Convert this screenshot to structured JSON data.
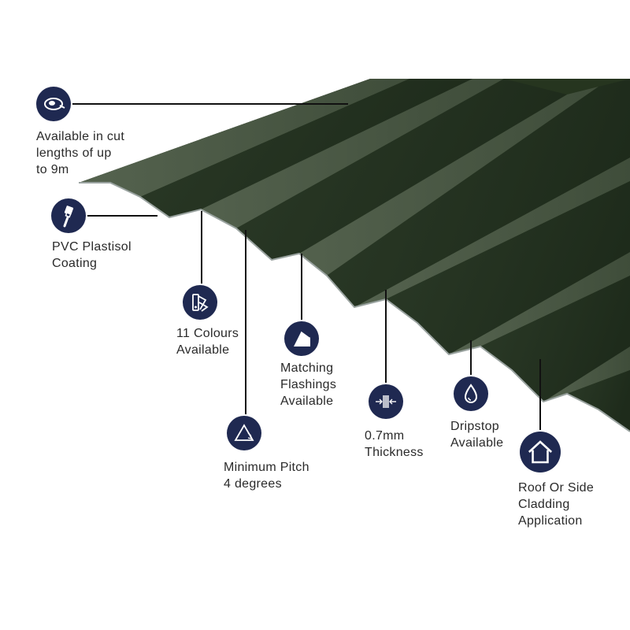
{
  "features": [
    {
      "id": "cut-lengths",
      "icon": "tape-measure-icon",
      "text": "Available in cut\nlengths of up\nto 9m"
    },
    {
      "id": "coating",
      "icon": "paint-brush-icon",
      "text": "PVC Plastisol\nCoating"
    },
    {
      "id": "colours",
      "icon": "colour-swatch-icon",
      "text": "11 Colours\nAvailable"
    },
    {
      "id": "pitch",
      "icon": "pitch-angle-icon",
      "text": "Minimum Pitch\n4 degrees"
    },
    {
      "id": "flashings",
      "icon": "flashing-icon",
      "text": "Matching\nFlashings\nAvailable"
    },
    {
      "id": "thickness",
      "icon": "thickness-icon",
      "text": "0.7mm\nThickness"
    },
    {
      "id": "dripstop",
      "icon": "water-drop-icon",
      "text": "Dripstop\nAvailable"
    },
    {
      "id": "application",
      "icon": "house-icon",
      "text": "Roof Or Side\nCladding\nApplication"
    }
  ],
  "colors": {
    "sheet_dark": "#22311f",
    "sheet_mid": "#33432e",
    "sheet_light": "#4a5944",
    "icon_bg": "#1f2951",
    "leader_line": "#111111"
  }
}
